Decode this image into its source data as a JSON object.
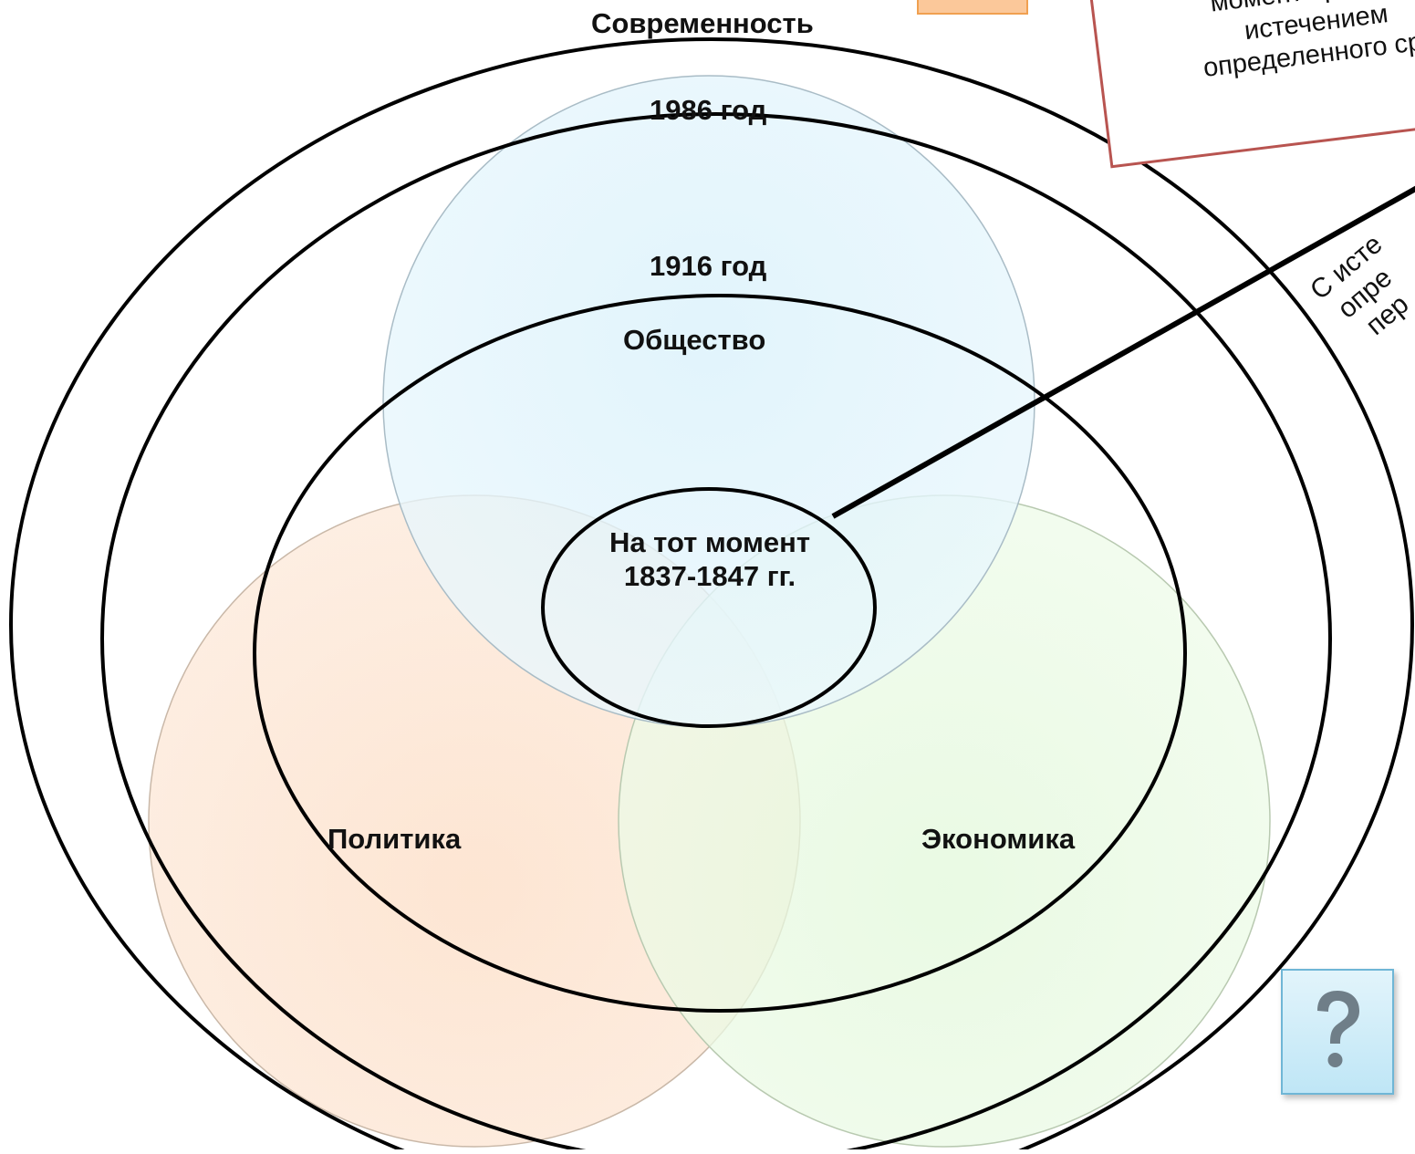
{
  "diagram": {
    "labels": {
      "outer_top": "Современность",
      "year_1986": "1986 год",
      "year_1916": "1916 год",
      "society": "Общество",
      "politics": "Политика",
      "economy": "Экономика",
      "center": "На тот момент 1837-1847 гг."
    },
    "colors": {
      "society_circle": "#dff3fb",
      "politics_circle": "#fde0c8",
      "economy_circle": "#e4f8de",
      "ellipse_stroke": "#000000",
      "callout_border": "#b85450"
    }
  },
  "callout": {
    "lines": [
      "момент времени",
      "истечением",
      "определенного сро"
    ]
  },
  "side_note": {
    "lines": [
      "С исте",
      "опре",
      "пер"
    ]
  },
  "buttons": {
    "help_icon": "question-mark-icon"
  }
}
